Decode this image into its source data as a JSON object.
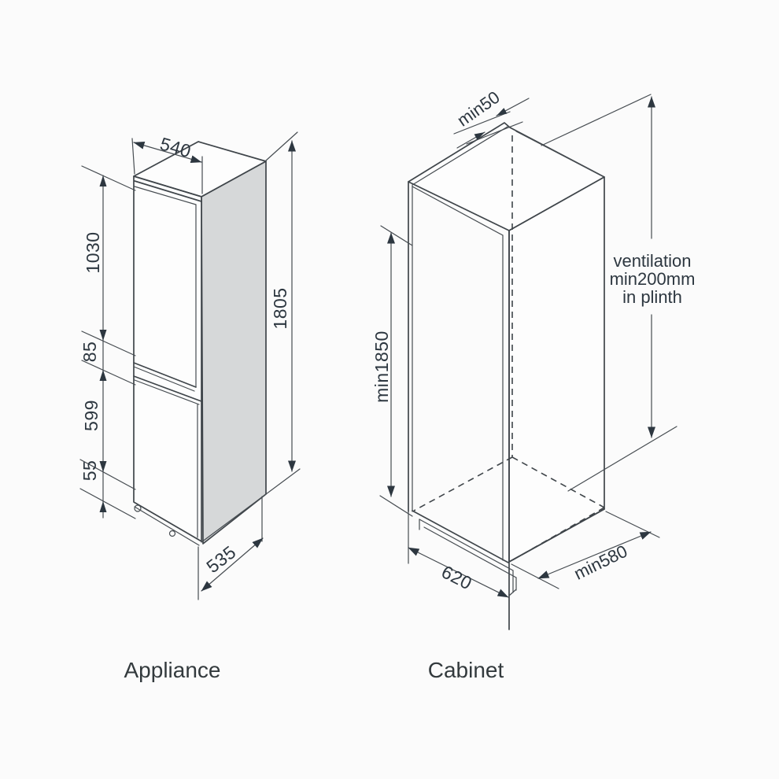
{
  "figure": {
    "background": "#fbfbfb",
    "line_color": "#3f454a",
    "accent_color": "#2d3740",
    "appliance_side_fill": "#d6d8d9"
  },
  "appliance": {
    "label": "Appliance",
    "dim_top_width": "540",
    "dim_upper_door_height": "1030",
    "dim_door_gap": "85",
    "dim_lower_door_height": "599",
    "dim_plinth_height": "55",
    "dim_total_height": "1805",
    "dim_depth": "535"
  },
  "cabinet": {
    "label": "Cabinet",
    "dim_top_rear_gap": "min50",
    "dim_niche_height": "min1850",
    "dim_niche_width": "620",
    "dim_niche_depth": "min580",
    "vent_line1": "ventilation",
    "vent_line2": "min200mm",
    "vent_line3": "in plinth"
  }
}
